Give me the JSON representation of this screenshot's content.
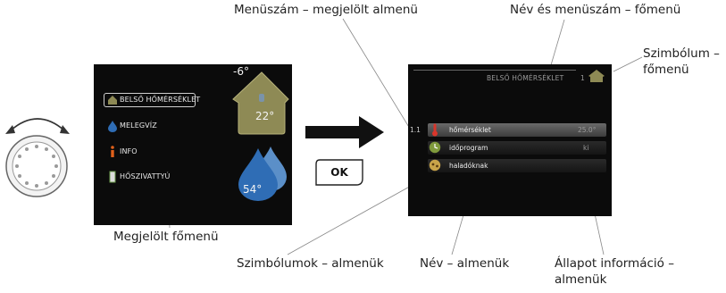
{
  "callouts": {
    "menu_number_marked_submenu": "Menüszám – megjelölt almenü",
    "name_and_menu_number_main": "Név és menüszám – főmenü",
    "symbol_main_line1": "Szimbólum –",
    "symbol_main_line2": "főmenü",
    "marked_main_menu": "Megjelölt főmenü",
    "symbols_submenus": "Szimbólumok – almenük",
    "name_submenus": "Név – almenük",
    "status_info_line1": "Állapot információ –",
    "status_info_line2": "almenük"
  },
  "left_screen": {
    "items": [
      {
        "label": "BELSŐ HŐMÉRSÉKLET",
        "icon": "house-icon",
        "selected": true
      },
      {
        "label": "MELEGVÍZ",
        "icon": "water-drop-icon",
        "selected": false
      },
      {
        "label": "INFO",
        "icon": "info-icon",
        "selected": false
      },
      {
        "label": "HŐSZIVATTYÚ",
        "icon": "heat-pump-icon",
        "selected": false
      }
    ],
    "outdoor_temp": "-6°",
    "indoor_temp": "22°",
    "hot_water_temp": "54°"
  },
  "ok_button": {
    "label": "OK"
  },
  "right_screen": {
    "header_title": "BELSŐ HŐMÉRSÉKLET",
    "header_number": "1",
    "selected_number": "1.1",
    "submenus": [
      {
        "label": "hőmérséklet",
        "value": "25.0°",
        "icon": "thermometer-icon",
        "selected": true
      },
      {
        "label": "időprogram",
        "value": "ki",
        "icon": "clock-icon",
        "selected": false
      },
      {
        "label": "haladóknak",
        "value": "",
        "icon": "advanced-gear-icon",
        "selected": false
      }
    ]
  },
  "colors": {
    "screen_bg": "#0b0b0b",
    "house": "#8e8a55",
    "drop": "#2f6db5",
    "info": "#e0601a",
    "thermometer_red": "#d9362b"
  }
}
